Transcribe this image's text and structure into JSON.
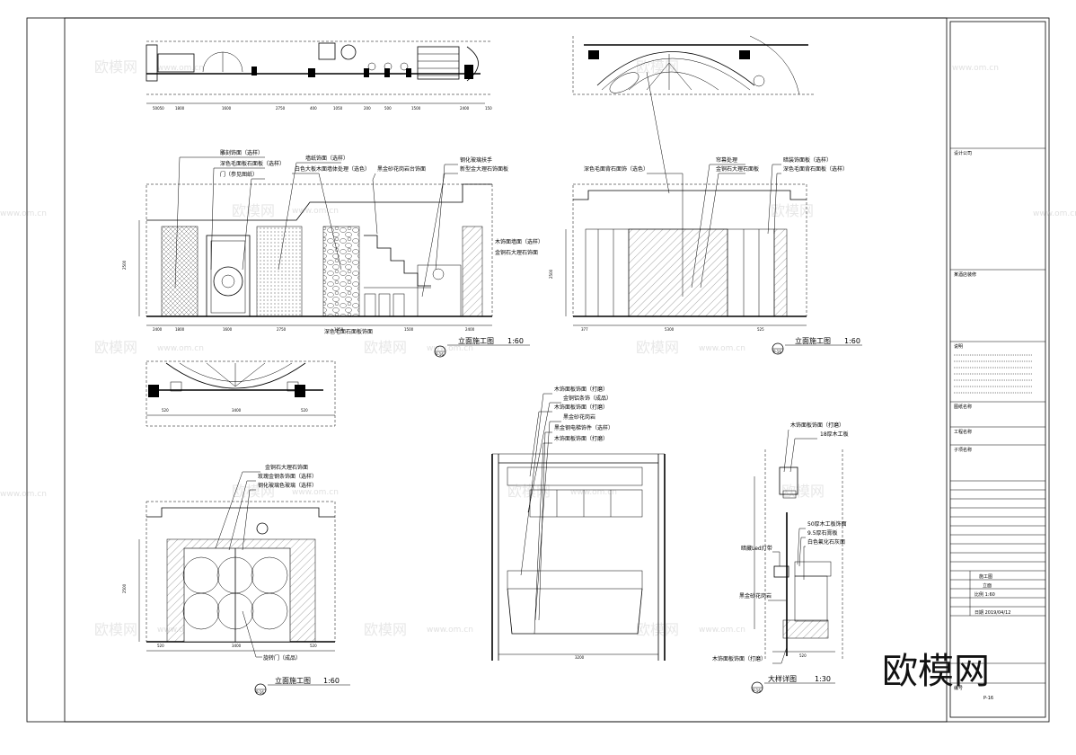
{
  "titles": {
    "elev1": "立面施工图",
    "elev1_scale": "1:60",
    "elev2": "立面施工图",
    "elev2_scale": "1:60",
    "elev3": "立面施工图",
    "elev3_scale": "1:60",
    "detail": "大样详图",
    "detail_scale": "1:30"
  },
  "markers": {
    "elev1": "P-16",
    "elev2": "P-16",
    "elev3": "P-16",
    "detail": "P-16"
  },
  "elev1_labels": [
    "雕刻饰面（选样）",
    "深色毛面板石面板（选样）",
    "门（参见图纸）",
    "墙纸饰面（选样）",
    "白色大板木面墙体处理（选色）",
    "黑金砂花岗岩台饰面",
    "钢化玻璃扶手",
    "新型金大理石饰面板",
    "木饰面墙面（选样）",
    "金铜石大理石饰面"
  ],
  "elev1_bottom_label": "深色毛面石面板饰面",
  "elev2_labels": [
    "深色毛面背石面饰（选色）",
    "金铜石大理石面板",
    "帘幕处理",
    "暗装饰面板（选样）",
    "深色毛面背石面板（选样）"
  ],
  "elev3_labels": [
    "金铜石大理石饰面",
    "玫瑰金钢条饰面（选样）",
    "钢化玻璃色玻璃（选样）"
  ],
  "elev3_bottom_label": "旋转门（成品）",
  "mid_labels": [
    "木饰面板饰面（打磨）",
    "金铜铝条饰（成品）",
    "木饰面板饰面（打磨）",
    "黑金砂花岗岩",
    "黑金钢电梯饰件（选样）",
    "木饰面板饰面（打磨）"
  ],
  "right_labels": [
    "木饰面板饰面（打磨）",
    "18厚木工板"
  ],
  "right_mid_labels": [
    "50厚木工板饰面",
    "9.5厚石膏板",
    "白色氟化石灰面",
    "暗藏Led灯带",
    "黑金砂花岗岩"
  ],
  "right_bottom_label": "木饰面板饰面（打磨）",
  "title_block": {
    "company": "设计公司",
    "project": "某酒店装修",
    "notes_title": "说明",
    "field1": "图纸名称",
    "field2": "工程名称",
    "field3": "子项名称",
    "sheet_name": "施工图",
    "sheet_sub": "立面",
    "scale": "比例 1:60",
    "date": "日期 2019/04/12",
    "code": "编号",
    "sheet_no": "P-16"
  },
  "watermarks": {
    "brand": "欧模网",
    "url": "www.om.cn"
  },
  "logo": "欧模网"
}
